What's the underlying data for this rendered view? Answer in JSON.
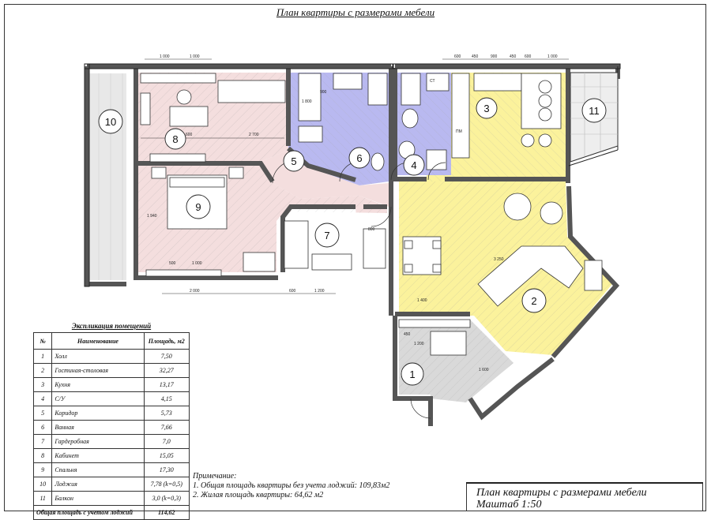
{
  "title": "План квартиры с размерами мебели",
  "rooms": [
    {
      "num": "1",
      "name": "Холл",
      "area": "7,50"
    },
    {
      "num": "2",
      "name": "Гостиная-столовая",
      "area": "32,27"
    },
    {
      "num": "3",
      "name": "Кухня",
      "area": "13,17"
    },
    {
      "num": "4",
      "name": "С/У",
      "area": "4,15"
    },
    {
      "num": "5",
      "name": "Коридор",
      "area": "5,73"
    },
    {
      "num": "6",
      "name": "Ванная",
      "area": "7,66"
    },
    {
      "num": "7",
      "name": "Гардеробная",
      "area": "7,0"
    },
    {
      "num": "8",
      "name": "Кабинет",
      "area": "15,05"
    },
    {
      "num": "9",
      "name": "Спальня",
      "area": "17,30"
    },
    {
      "num": "10",
      "name": "Лоджия",
      "area": "7,78 (k=0,5)"
    },
    {
      "num": "11",
      "name": "Балкон",
      "area": "3,0 (k=0,3)"
    }
  ],
  "legend": {
    "title": "Экспликация помещений",
    "col_num": "№",
    "col_name": "Наименование",
    "col_area": "Площадь, м2",
    "total_label": "Общая площадь с учетом лоджий",
    "total_value": "114,62"
  },
  "notes": {
    "heading": "Примечание:",
    "line1": "1. Общая площадь квартиры без учета лоджий: 109,83м2",
    "line2": "2. Жилая площадь квартиры: 64,62 м2"
  },
  "stamp": {
    "title": "План квартиры с размерами мебели",
    "scale": "Маштаб 1:50"
  },
  "dimensions": {
    "top_left_a": "1 000",
    "top_left_b": "1 000",
    "top_right": [
      "600",
      "450",
      "900",
      "450",
      "600",
      "1 000"
    ],
    "bottom_left": "2 000",
    "bottom_mid_a": "600",
    "bottom_mid_b": "1 200",
    "d_2700": "2 700",
    "d_1940": "1 940",
    "d_500": "500",
    "d_1000": "1 000",
    "d_1400": "1 400",
    "d_1200": "1 200",
    "d_1600": "1 600",
    "d_3250": "3 250",
    "d_900": "900",
    "d_600": "600",
    "d_1800": "1 800",
    "d_800": "800",
    "d_450": "450"
  },
  "fixtures": {
    "ct": "СТ",
    "pm": "ПМ"
  },
  "colors": {
    "office": "#f4dede",
    "bath": "#b9b9f0",
    "kitchen": "#fbf29c",
    "hall": "#d9d9d9",
    "wall": "#666666"
  }
}
